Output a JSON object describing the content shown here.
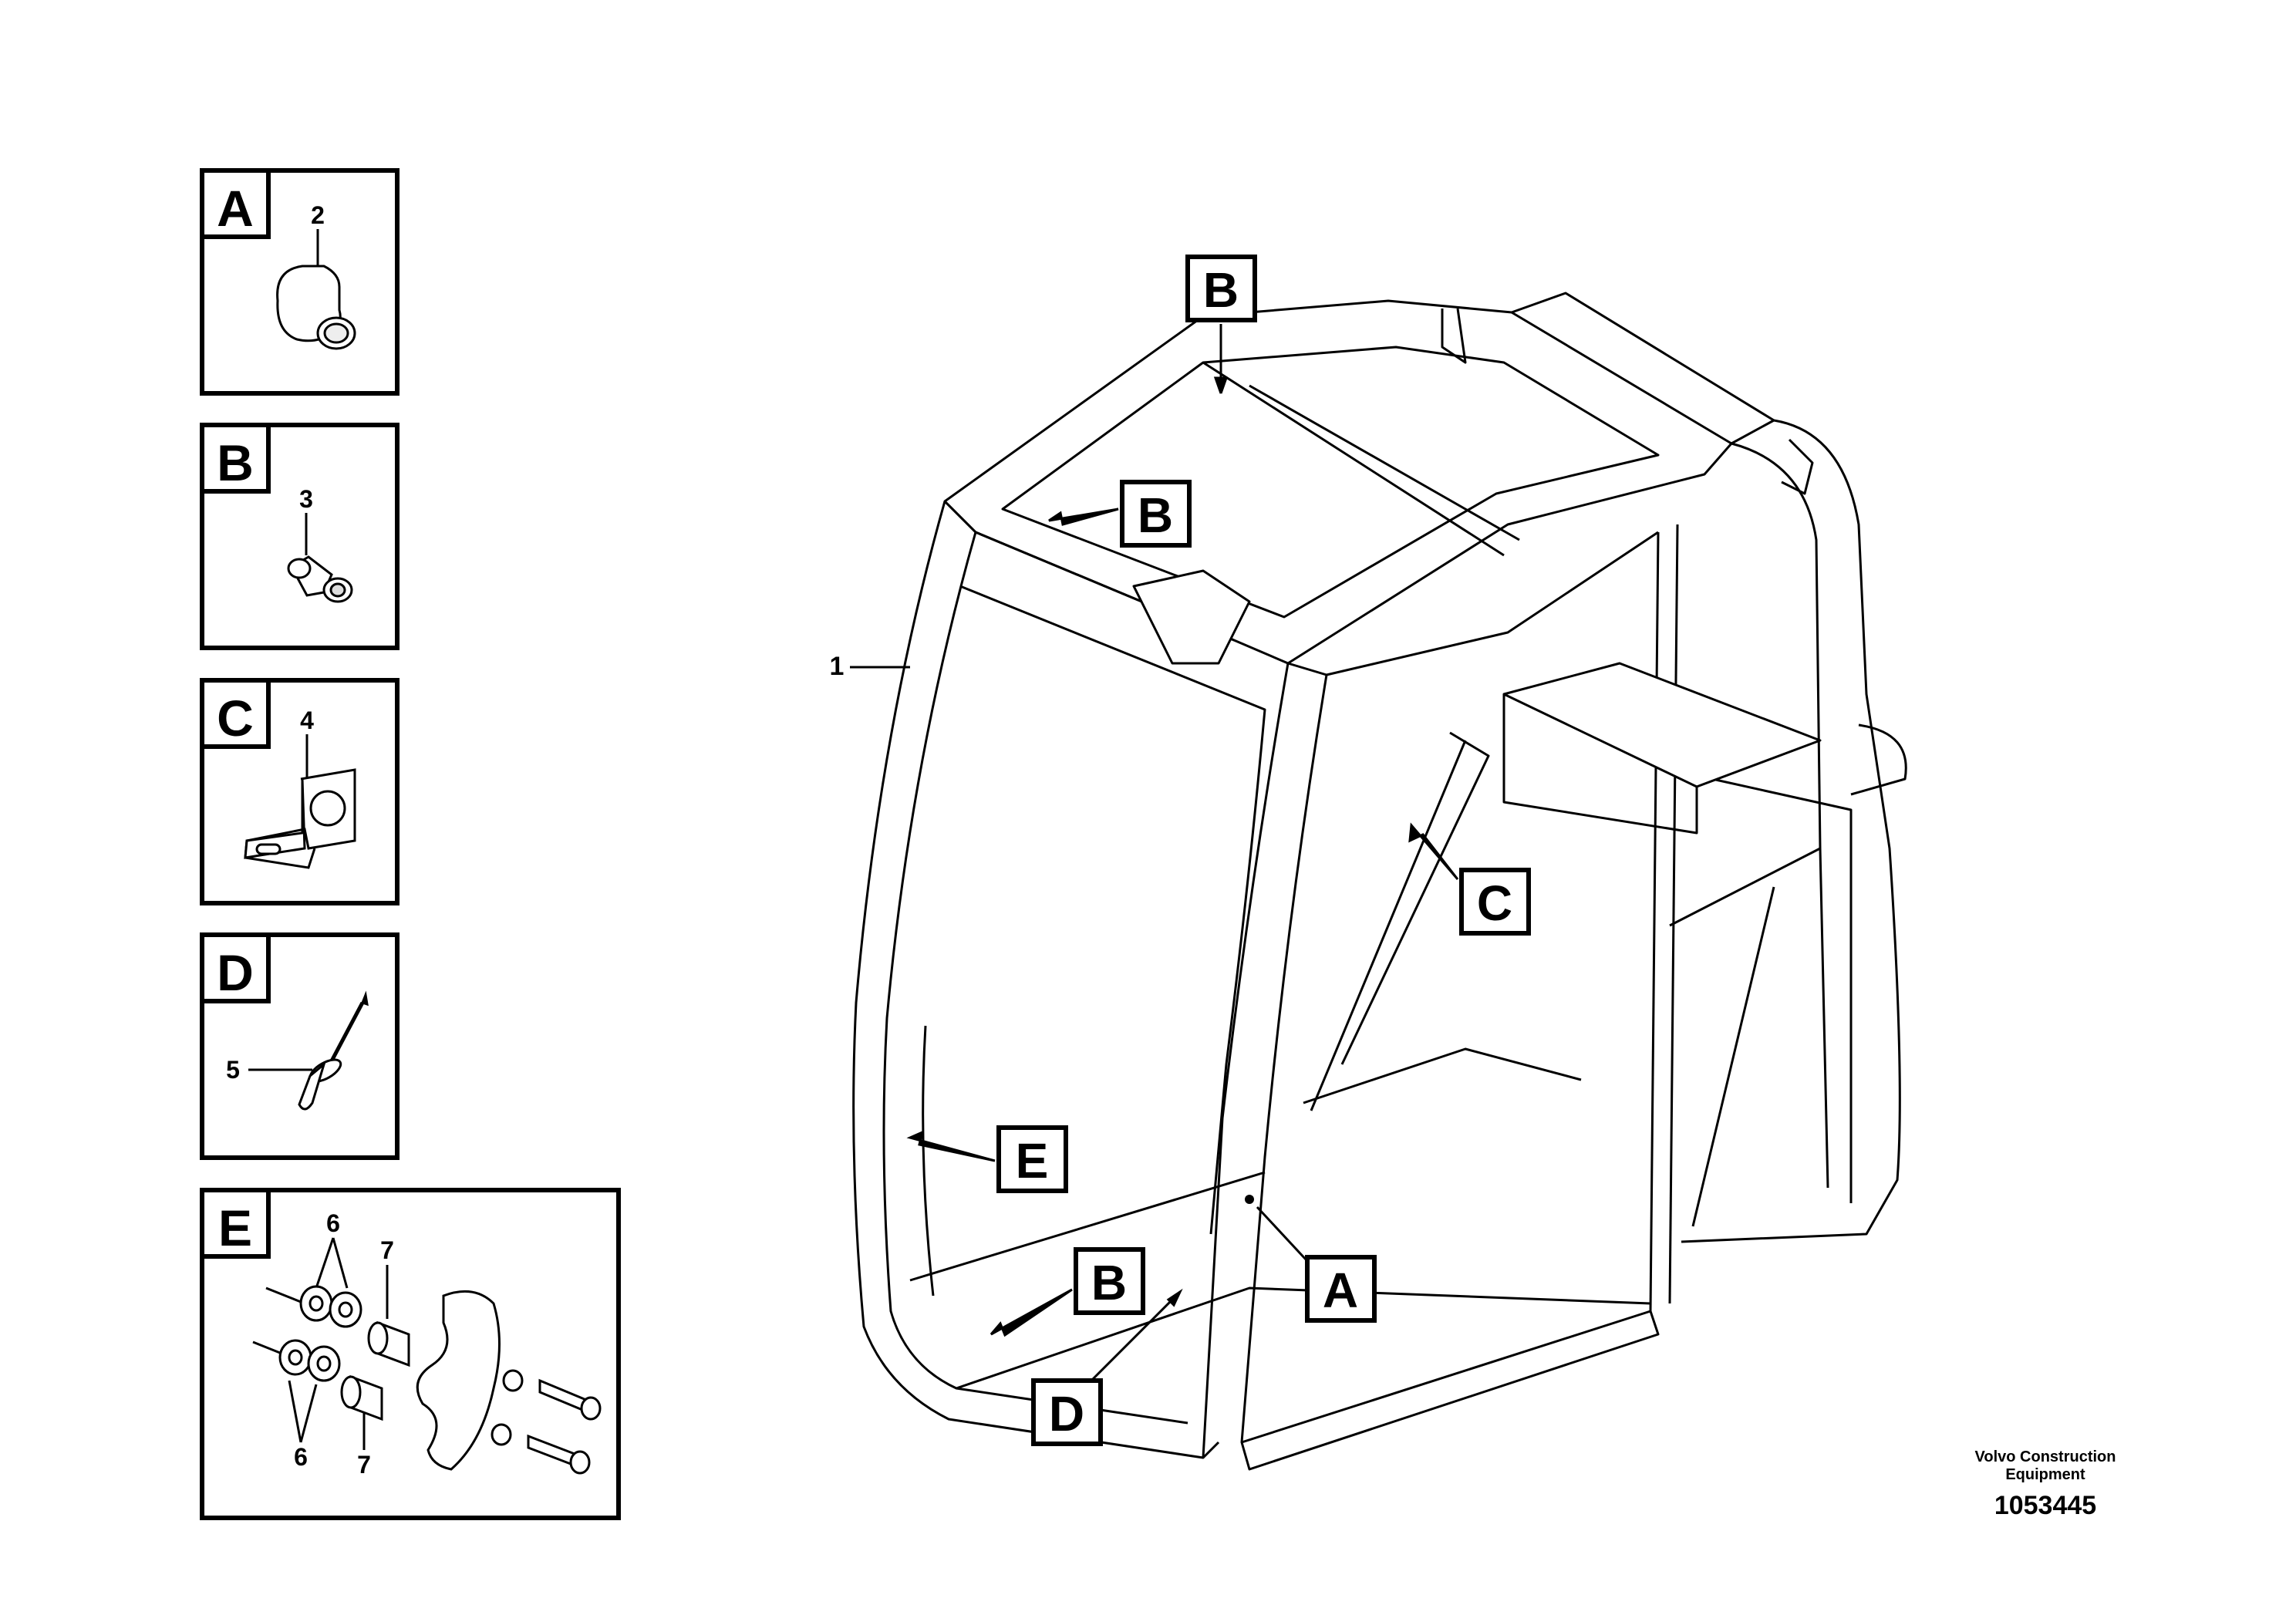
{
  "detail_panels": [
    {
      "letter": "A",
      "parts": [
        "2"
      ]
    },
    {
      "letter": "B",
      "parts": [
        "3"
      ]
    },
    {
      "letter": "C",
      "parts": [
        "4"
      ]
    },
    {
      "letter": "D",
      "parts": [
        "5"
      ]
    },
    {
      "letter": "E",
      "parts": [
        "6",
        "7",
        "6",
        "7"
      ]
    }
  ],
  "main_callouts": {
    "part_1": "1",
    "b_top": "B",
    "b_mid": "B",
    "c": "C",
    "e": "E",
    "a": "A",
    "b_low": "B",
    "d": "D"
  },
  "footer": {
    "brand_line1": "Volvo Construction",
    "brand_line2": "Equipment",
    "drawing_number": "1053445"
  }
}
